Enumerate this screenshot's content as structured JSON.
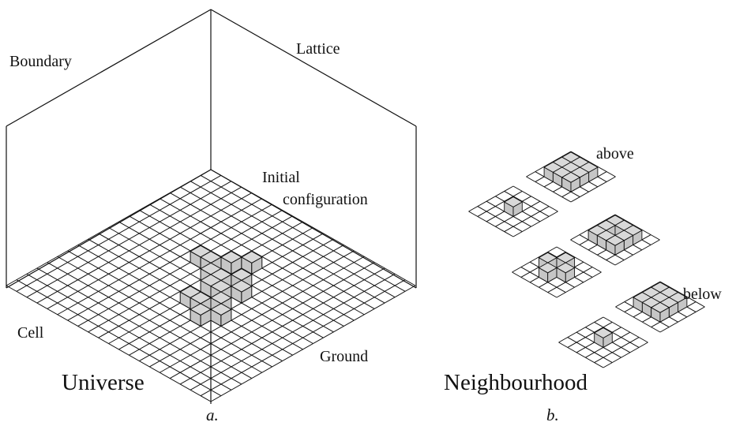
{
  "figure_a": {
    "caption": "a.",
    "title": "Universe",
    "labels": {
      "boundary": "Boundary",
      "lattice": "Lattice",
      "initial_1": "Initial",
      "initial_2": "configuration",
      "cell": "Cell",
      "ground": "Ground"
    }
  },
  "figure_b": {
    "caption": "b.",
    "title": "Neighbourhood",
    "labels": {
      "above": "above",
      "below": "below"
    }
  },
  "colors": {
    "line": "#111111",
    "cube_top": "#d9d9d9",
    "cube_side": "#c6c6c6",
    "active_cell": "#000000"
  }
}
